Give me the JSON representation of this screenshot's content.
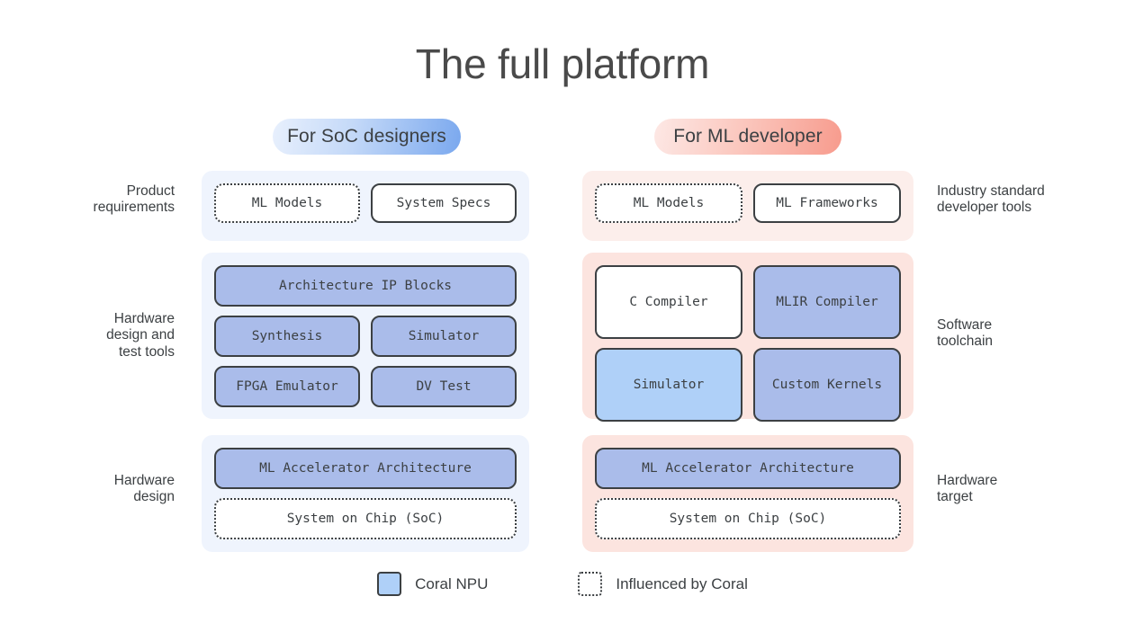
{
  "title": "The full platform",
  "columns": {
    "left": {
      "pill_label": "For SoC designers"
    },
    "right": {
      "pill_label": "For ML developer"
    }
  },
  "rows": [
    {
      "left_label": "Product\nrequirements",
      "right_label": "Industry standard\ndeveloper tools",
      "left_boxes": [
        {
          "label": "ML Models",
          "style": "dotted"
        },
        {
          "label": "System Specs",
          "style": "white"
        }
      ],
      "right_boxes": [
        {
          "label": "ML Models",
          "style": "dotted"
        },
        {
          "label": "ML Frameworks",
          "style": "white"
        }
      ]
    },
    {
      "left_label": "Hardware\ndesign and\ntest tools",
      "right_label": "Software\ntoolchain",
      "left_boxes": [
        {
          "label": "Architecture IP Blocks",
          "style": "periwinkle"
        },
        {
          "label": "Synthesis",
          "style": "periwinkle"
        },
        {
          "label": "Simulator",
          "style": "periwinkle"
        },
        {
          "label": "FPGA Emulator",
          "style": "periwinkle"
        },
        {
          "label": "DV Test",
          "style": "periwinkle"
        }
      ],
      "right_boxes": [
        {
          "label": "C Compiler",
          "style": "white"
        },
        {
          "label": "MLIR Compiler",
          "style": "periwinkle"
        },
        {
          "label": "Simulator",
          "style": "sky"
        },
        {
          "label": "Custom Kernels",
          "style": "periwinkle"
        }
      ]
    },
    {
      "left_label": "Hardware\ndesign",
      "right_label": "Hardware\ntarget",
      "left_boxes": [
        {
          "label": "ML Accelerator Architecture",
          "style": "periwinkle"
        },
        {
          "label": "System on Chip (SoC)",
          "style": "dotted"
        }
      ],
      "right_boxes": [
        {
          "label": "ML Accelerator Architecture",
          "style": "periwinkle"
        },
        {
          "label": "System on Chip (SoC)",
          "style": "dotted"
        }
      ]
    }
  ],
  "legend": [
    {
      "label": "Coral NPU",
      "style": "filled",
      "color": "#afd0f8"
    },
    {
      "label": "Influenced by Coral",
      "style": "dotted",
      "color": "#ffffff"
    }
  ],
  "colors": {
    "text": "#3c4043",
    "panel_blue": "#eff4fd",
    "panel_pink_light": "#fceeeb",
    "panel_pink": "#fce4df",
    "box_periwinkle": "#aabcea",
    "box_sky": "#afd0f8",
    "pill_blue_end": "#7aa8ee",
    "pill_pink_end": "#f79b8d"
  }
}
